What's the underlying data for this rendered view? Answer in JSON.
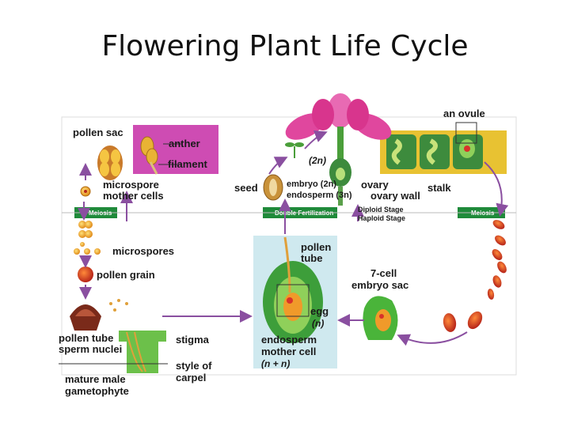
{
  "title": "Flowering Plant Life Cycle",
  "bars": {
    "meiosis_left": "Meiosis",
    "double_fertilization": "Double Fertilization",
    "meiosis_right": "Meiosis"
  },
  "stages": {
    "diploid": "Diploid Stage",
    "haploid": "Haploid Stage"
  },
  "labels": {
    "pollen_sac": "pollen sac",
    "anther": "anther",
    "filament": "filament",
    "two_n": "(2n)",
    "an_ovule": "an ovule",
    "microspore_1": "microspore",
    "microspore_2": "mother cells",
    "seed": "seed",
    "embryo": "embryo (2n)",
    "endosperm": "endosperm (3n)",
    "ovary": "ovary",
    "ovary_wall": "ovary wall",
    "stalk": "stalk",
    "microspores": "microspores",
    "pollen_grain": "pollen grain",
    "pollen_tube_1": "pollen",
    "pollen_tube_2": "tube",
    "seven_cell_1": "7-cell",
    "seven_cell_2": "embryo sac",
    "egg": "egg",
    "egg_n": "(n)",
    "pollen_tube_left": "pollen tube",
    "sperm_nuclei": "sperm nuclei",
    "stigma": "stigma",
    "endosperm_mc_1": "endosperm",
    "endosperm_mc_2": "mother cell",
    "endosperm_mc_3": "(n + n)",
    "style_1": "style of",
    "style_2": "carpel",
    "mature_male_1": "mature male",
    "mature_male_2": "gametophyte"
  },
  "colors": {
    "arrow": "#8a4fa0",
    "bar": "#1f8a3a",
    "flower": "#e0479e",
    "anther_panel": "#c23aa8",
    "ovary_panel": "#e8c232",
    "embryo_panel": "#cfe9ef"
  }
}
